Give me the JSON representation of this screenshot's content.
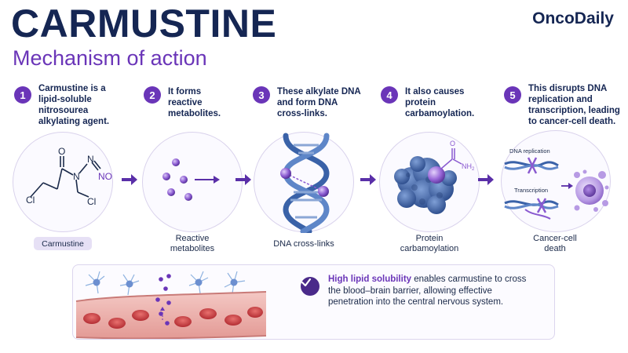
{
  "header": {
    "title": "CARMUSTINE",
    "subtitle": "Mechanism of action",
    "brand": "OncoDaily"
  },
  "steps": [
    {
      "number": "1",
      "lines": [
        "Carmustine is a",
        "lipid-soluble",
        "nitrosourea",
        "alkylating agent."
      ],
      "caption": "Carmustine"
    },
    {
      "number": "2",
      "lines": [
        "It forms",
        "reactive",
        "metabolites."
      ],
      "caption": [
        "Reactive",
        "metabolites"
      ]
    },
    {
      "number": "3",
      "lines": [
        "These alkylate DNA",
        "and form DNA",
        "cross-links."
      ],
      "caption": "DNA cross-links"
    },
    {
      "number": "4",
      "lines": [
        "It also causes",
        "protein",
        "carbamoylation."
      ],
      "caption": [
        "Protein",
        "carbamoylation"
      ]
    },
    {
      "number": "5",
      "lines": [
        "This disrupts DNA",
        "replication and",
        "transcription, leading",
        "to cancer-cell death."
      ],
      "caption": [
        "Cancer-cell",
        "death"
      ]
    }
  ],
  "structure_labels": {
    "o": "O",
    "n1": "N",
    "n2": "N",
    "no": "NO",
    "cl1": "Cl",
    "cl2": "Cl",
    "nh2": "NH",
    "nh2_sub": "2"
  },
  "process_labels": {
    "replication": "DNA replication",
    "transcription": "Transcription"
  },
  "bbb_note": {
    "emphasis": "High lipid solubility",
    "rest": " enables carmustine to cross the blood–brain barrier, allowing effective penetration into the central nervous system."
  },
  "colors": {
    "navy": "#152653",
    "purple": "#6a35b8",
    "light_purple": "#e6e0f5",
    "dna_blue": "#3a62a8",
    "vessel_red": "#c9454a"
  }
}
